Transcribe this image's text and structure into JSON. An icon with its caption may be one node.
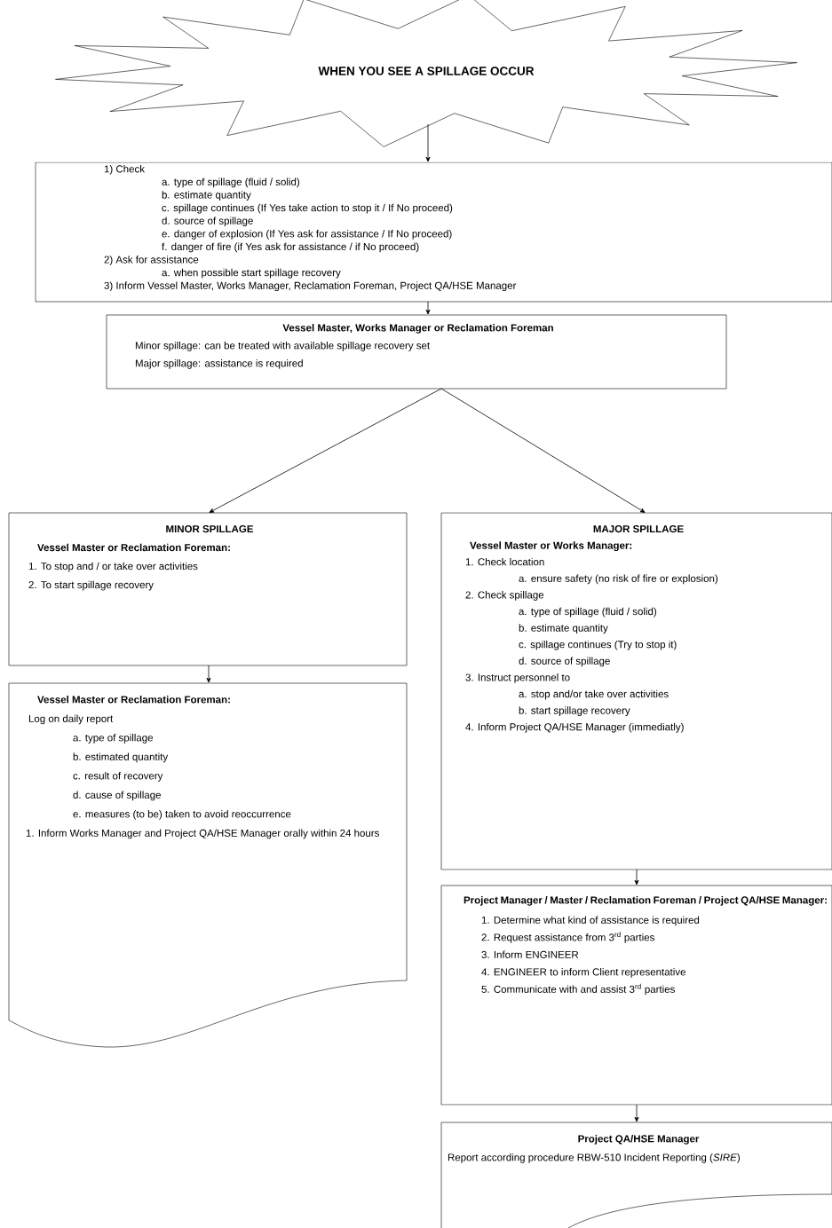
{
  "diagram": {
    "nodes": [
      {
        "text": [
          "WHEN YOU SEE A SPILLAGE OCCUR"
        ]
      },
      {
        "text": [
          "1) Check",
          "a. type of spillage (fluid / solid)",
          "b. estimate quantity",
          "c. spillage continues (If Yes take action to stop it / If No proceed)",
          "d. source of spillage",
          "e. danger of explosion (If Yes ask for assistance / If No proceed)",
          "f. danger of fire (if Yes ask for assistance / if No proceed)",
          "2) Ask for assistance",
          "a. when possible start spillage recovery",
          "3) Inform Vessel Master, Works Manager, Reclamation Foreman, Project QA/HSE Manager"
        ]
      },
      {
        "text": [
          "Vessel Master, Works Manager or Reclamation Foreman",
          "Minor spillage: can be treated with available spillage recovery set",
          "Major spillage: assistance is required"
        ]
      },
      {
        "text": [
          "MINOR SPILLAGE",
          "Vessel Master or Reclamation Foreman:",
          "1. To stop and / or take over activities",
          "2. To start spillage recovery"
        ]
      },
      {
        "text": [
          "MAJOR SPILLAGE",
          "Vessel Master or Works Manager:",
          "1. Check location",
          "a. ensure safety (no risk of fire or explosion)",
          "2. Check spillage",
          "a. type of spillage (fluid / solid)",
          "b. estimate quantity",
          "c. spillage continues (Try to stop it)",
          "d. source of spillage",
          "3. Instruct personnel to",
          "a. stop and/or take over activities",
          "b. start spillage recovery",
          "4. Inform Project QA/HSE Manager (immediatly)"
        ]
      },
      {
        "text": [
          "Vessel Master or Reclamation Foreman:",
          "Log on daily report",
          "a. type of spillage",
          "b. estimated quantity",
          "c. result of recovery",
          "d. cause of spillage",
          "e. measures (to be) taken to avoid reoccurrence",
          "1. Inform Works Manager and Project QA/HSE Manager orally within 24 hours"
        ]
      },
      {
        "text": [
          "Project Manager / Master / Reclamation Foreman / Project QA/HSE Manager:",
          "1. Determine what kind of assistance is required",
          "2. Request assistance from 3$^{rd}$ parties",
          "3. Inform ENGINEER",
          "4. ENGINEER to inform Client representative",
          "5. Communicate with and assist 3$^{rd}$ parties"
        ]
      },
      {
        "text": [
          "Project QA/HSE Manager",
          "Report according procedure RBW-510 Incident Reporting (*SIRE*)"
        ]
      }
    ],
    "edges": [
      {
        "from": 0,
        "to": 1,
        "arrow": "to"
      },
      {
        "from": 1,
        "to": 2,
        "arrow": "to"
      },
      {
        "from": 2,
        "to": 3,
        "arrow": "to"
      },
      {
        "from": 2,
        "to": 4,
        "arrow": "to"
      },
      {
        "from": 3,
        "to": 5,
        "arrow": "to"
      },
      {
        "from": 4,
        "to": 6,
        "arrow": "to"
      },
      {
        "from": 6,
        "to": 7,
        "arrow": "to"
      }
    ]
  }
}
